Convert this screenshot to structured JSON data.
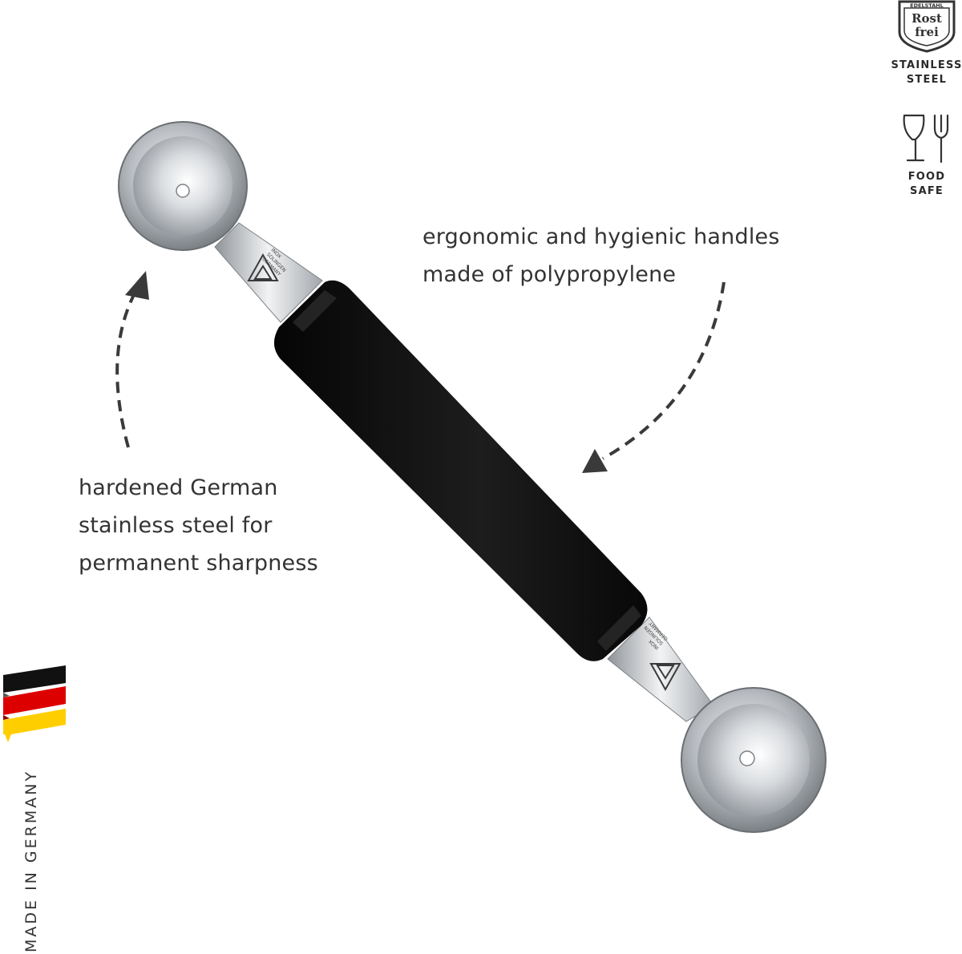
{
  "features": {
    "handle": {
      "line1": "ergonomic and hygienic handles",
      "line2": "made of polypropylene"
    },
    "steel": {
      "line1": "hardened German",
      "line2": "stainless steel for",
      "line3": "permanent sharpness"
    }
  },
  "badges": {
    "rostfrei": {
      "seal_top": "EDELSTAHL",
      "seal_line1": "Rost",
      "seal_line2": "frei",
      "label_line1": "STAINLESS",
      "label_line2": "STEEL",
      "icon": "rostfrei-seal-icon"
    },
    "food_safe": {
      "label_line1": "FOOD",
      "label_line2": "SAFE",
      "icon": "glass-fork-icon"
    }
  },
  "origin": {
    "text": "MADE IN GERMANY",
    "flag_colors": [
      "#000000",
      "#DD0000",
      "#FFCE00"
    ]
  },
  "product": {
    "stamp_line1": "INOX",
    "stamp_line2": "SOLINGEN",
    "stamp_line3": "GERMANY",
    "handle_color": "#111111",
    "steel_color": "#c9ccd0"
  }
}
